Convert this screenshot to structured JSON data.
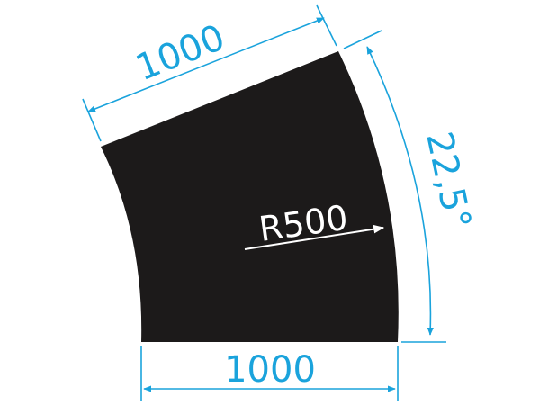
{
  "diagram": {
    "shape_color": "#1c1a1a",
    "dimension_color": "#1aa3dc",
    "labels": {
      "top_length": "1000",
      "bottom_length": "1000",
      "angle": "22,5°",
      "radius": "R500"
    }
  }
}
